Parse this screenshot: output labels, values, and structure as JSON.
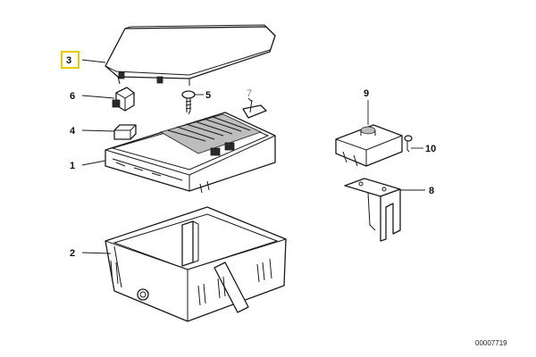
{
  "callouts": {
    "c1": "1",
    "c2": "2",
    "c3": "3",
    "c4": "4",
    "c5": "5",
    "c6": "6",
    "c7": "7",
    "c8": "8",
    "c9": "9",
    "c10": "10"
  },
  "drawing_number": "00007719",
  "colors": {
    "line": "#1a1a1a",
    "highlight": "#e8c800",
    "background": "#ffffff",
    "faded_label": "#8a8a8a"
  }
}
